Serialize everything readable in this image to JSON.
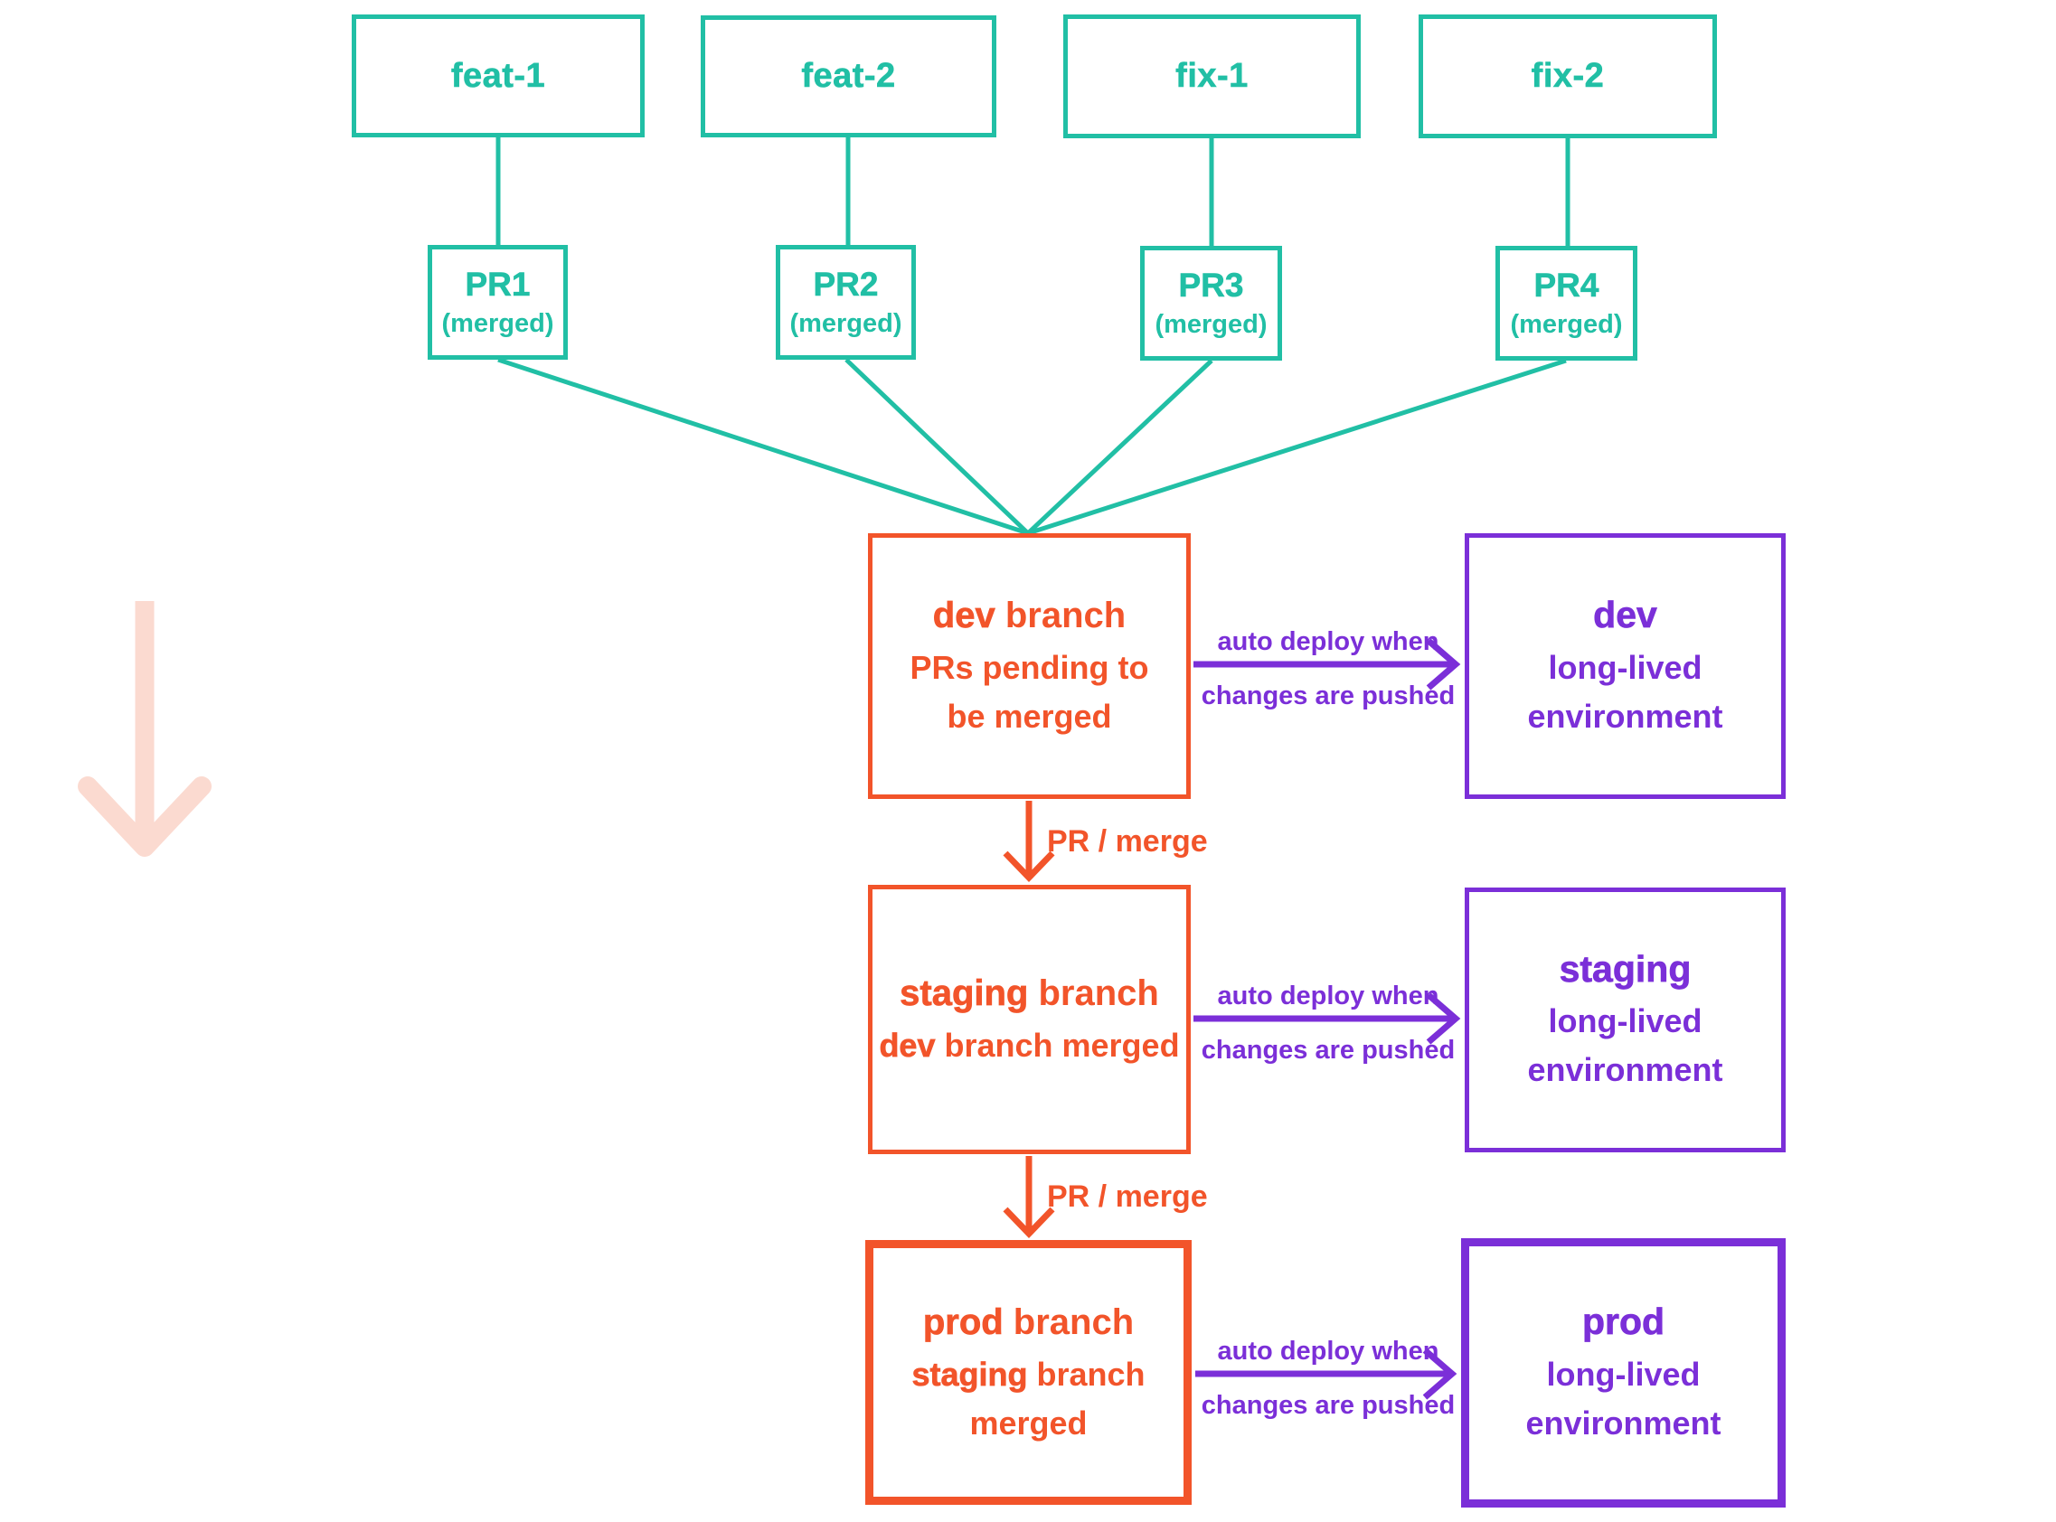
{
  "diagram_title": "git branch to environment deployment flow",
  "colors": {
    "teal": "#21BFA5",
    "orange": "#F2542A",
    "purple": "#7B2FD8",
    "pink": "#FBDAD0"
  },
  "branch_columns": [
    {
      "branch": "feat-1",
      "pr_title": "PR1",
      "pr_sub": "(merged)"
    },
    {
      "branch": "feat-2",
      "pr_title": "PR2",
      "pr_sub": "(merged)"
    },
    {
      "branch": "fix-1",
      "pr_title": "PR3",
      "pr_sub": "(merged)"
    },
    {
      "branch": "fix-2",
      "pr_title": "PR4",
      "pr_sub": "(merged)"
    }
  ],
  "flow_rows": [
    {
      "branch_title_bold": "dev",
      "branch_title_rest": " branch",
      "branch_sub_bold": "",
      "branch_sub_rest": "PRs pending to\nbe merged",
      "merge_label": "PR / merge",
      "deploy_line1": "auto deploy when",
      "deploy_line2": "changes are pushed",
      "env_title": "dev",
      "env_sub": "long-lived\nenvironment"
    },
    {
      "branch_title_bold": "staging",
      "branch_title_rest": " branch",
      "branch_sub_bold": "dev",
      "branch_sub_rest": " branch merged",
      "merge_label": "PR / merge",
      "deploy_line1": "auto deploy when",
      "deploy_line2": "changes are pushed",
      "env_title": "staging",
      "env_sub": "long-lived\nenvironment"
    },
    {
      "branch_title_bold": "prod",
      "branch_title_rest": " branch",
      "branch_sub_bold": "staging",
      "branch_sub_rest": " branch\nmerged",
      "deploy_line1": "auto deploy when",
      "deploy_line2": "changes are pushed",
      "env_title": "prod",
      "env_sub": "long-lived\nenvironment"
    }
  ]
}
